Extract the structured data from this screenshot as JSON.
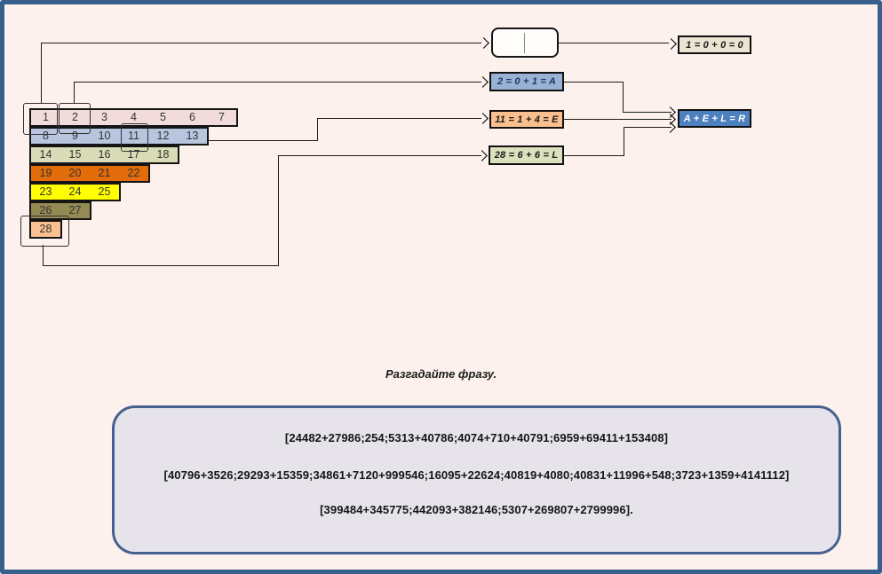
{
  "window": {
    "background": "#fcf1ed",
    "frame_color": "#365f8c"
  },
  "grid": {
    "rows": [
      {
        "color": "#f2dcdb",
        "cells": [
          "1",
          "2",
          "3",
          "4",
          "5",
          "6",
          "7"
        ]
      },
      {
        "color": "#b7c5de",
        "cells": [
          "8",
          "9",
          "10",
          "11",
          "12",
          "13"
        ]
      },
      {
        "color": "#d9dcb6",
        "cells": [
          "14",
          "15",
          "16",
          "17",
          "18"
        ]
      },
      {
        "color": "#e36c0a",
        "cells": [
          "19",
          "20",
          "21",
          "22"
        ]
      },
      {
        "color": "#ffff00",
        "cells": [
          "23",
          "24",
          "25"
        ]
      },
      {
        "color": "#948a54",
        "cells": [
          "26",
          "27"
        ]
      },
      {
        "color": "#fac090",
        "cells": [
          "28"
        ]
      }
    ],
    "highlighted_cells": [
      "1",
      "2",
      "11",
      "28"
    ]
  },
  "formulas": {
    "zero": {
      "text": "1 = 0 + 0 = 0",
      "bg": "#ece4d3",
      "fg": "#1a1a1a"
    },
    "a": {
      "text": "2 = 0 + 1 = A",
      "bg": "#98b2d4",
      "fg": "#1f3864"
    },
    "e": {
      "text": "11 = 1 + 4 = E",
      "bg": "#fabf8f",
      "fg": "#1a1a1a"
    },
    "l": {
      "text": "28 = 6 + 6 = L",
      "bg": "#dce1bd",
      "fg": "#1a1a1a"
    },
    "r": {
      "text": "A + E + L = R",
      "bg": "#4d80bf",
      "fg": "#ffffff"
    }
  },
  "puzzle": {
    "prompt": "Разгадайте фразу.",
    "lines": [
      "[24482+27986;254;5313+40786;4074+710+40791;6959+69411+153408]",
      "[40796+3526;29293+15359;34861+7120+999546;16095+22624;40819+4080;40831+11996+548;3723+1359+4141112]",
      "[399484+345775;442093+382146;5307+269807+2799996]."
    ]
  }
}
